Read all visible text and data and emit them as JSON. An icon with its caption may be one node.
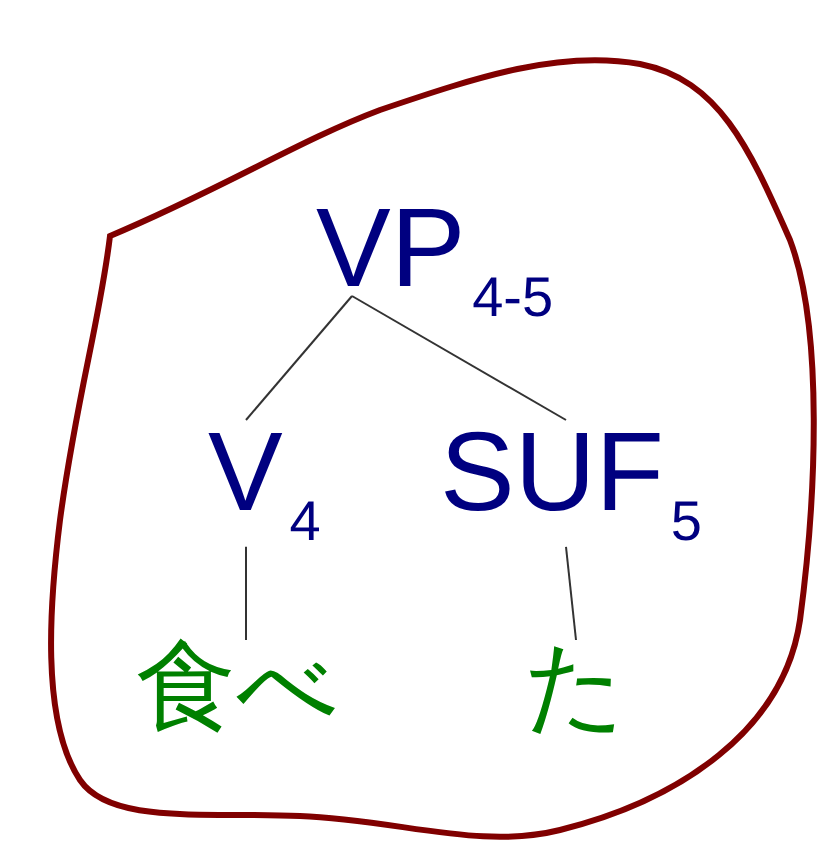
{
  "diagram": {
    "nodes": [
      {
        "text": [
          "VP$_{4-5}$"
        ]
      },
      {
        "text": [
          "V$_{4}$"
        ]
      },
      {
        "text": [
          "SUF$_{5}$"
        ]
      },
      {
        "text": [
          "食べ"
        ]
      },
      {
        "text": [
          "た"
        ]
      }
    ],
    "edges": [
      {
        "from": 0,
        "to": 1,
        "arrow": "none"
      },
      {
        "from": 0,
        "to": 2,
        "arrow": "none"
      },
      {
        "from": 1,
        "to": 3,
        "arrow": "none"
      },
      {
        "from": 2,
        "to": 4,
        "arrow": "none"
      }
    ]
  }
}
